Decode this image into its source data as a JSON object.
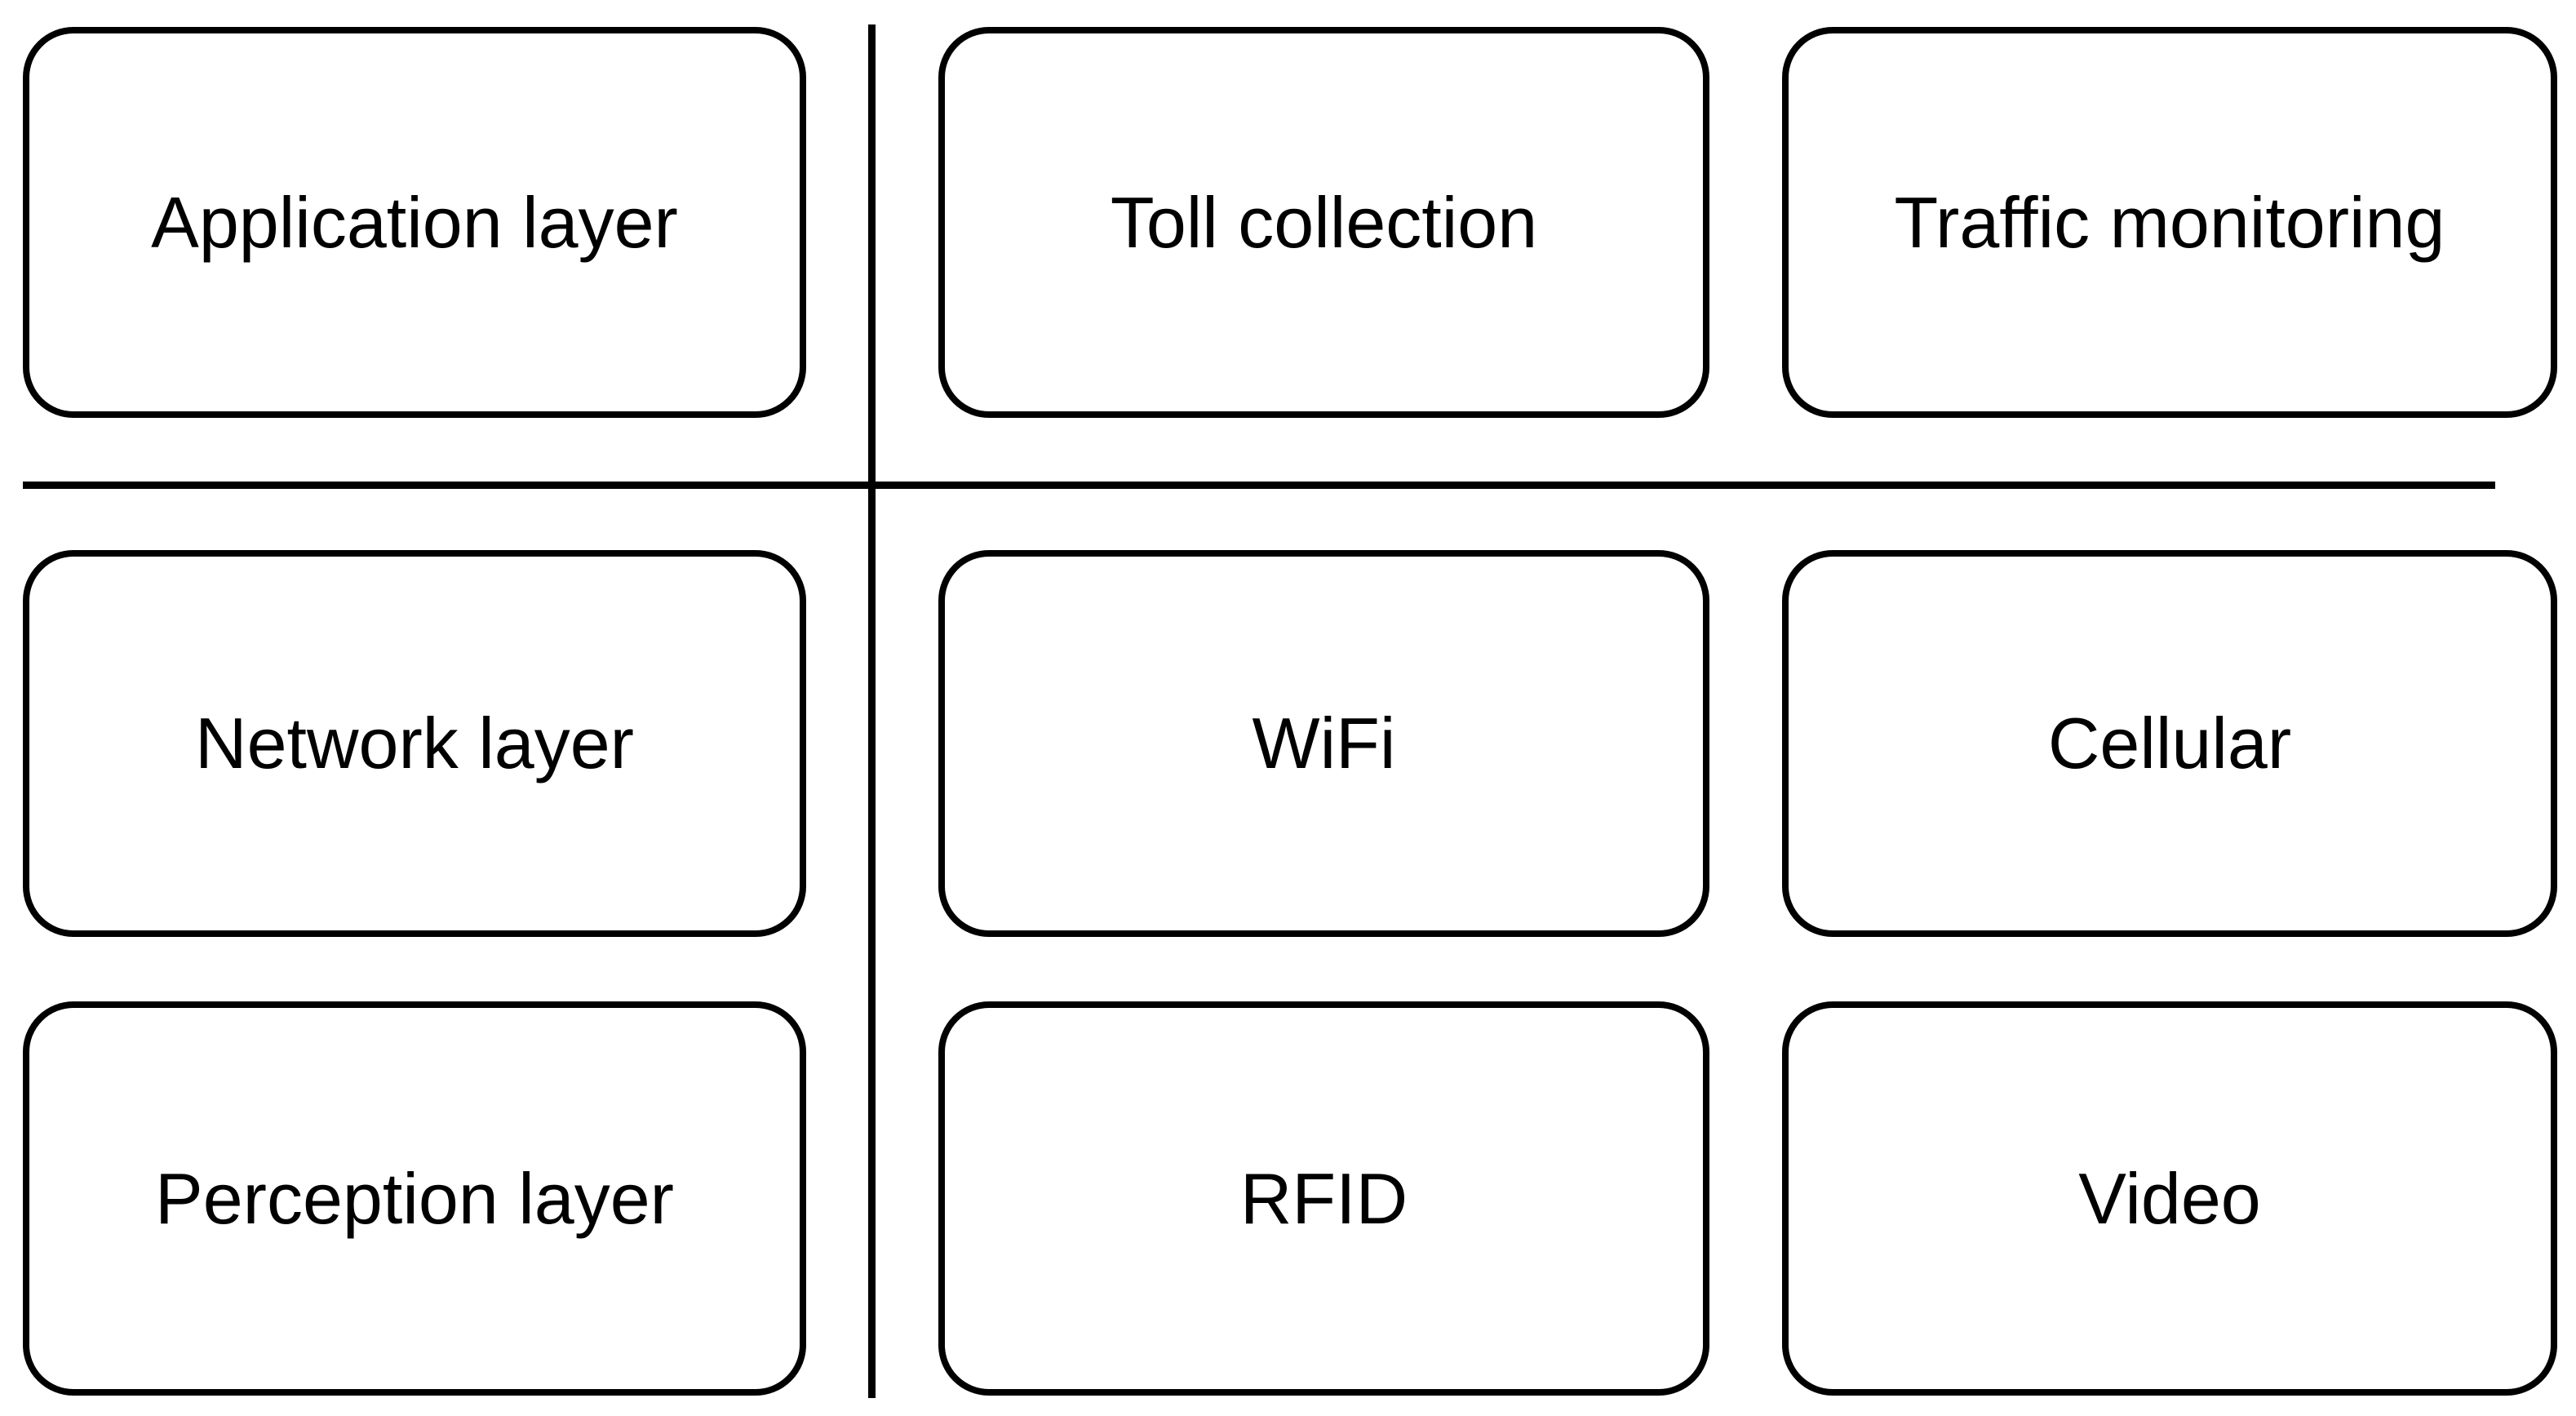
{
  "diagram": {
    "colors": {
      "stroke": "#000000",
      "background": "#ffffff",
      "text": "#000000"
    },
    "rows": [
      {
        "layer": "Application layer",
        "items": [
          "Toll collection",
          "Traffic monitoring"
        ]
      },
      {
        "layer": "Network layer",
        "items": [
          "WiFi",
          "Cellular"
        ]
      },
      {
        "layer": "Perception layer",
        "items": [
          "RFID",
          "Video"
        ]
      }
    ]
  }
}
